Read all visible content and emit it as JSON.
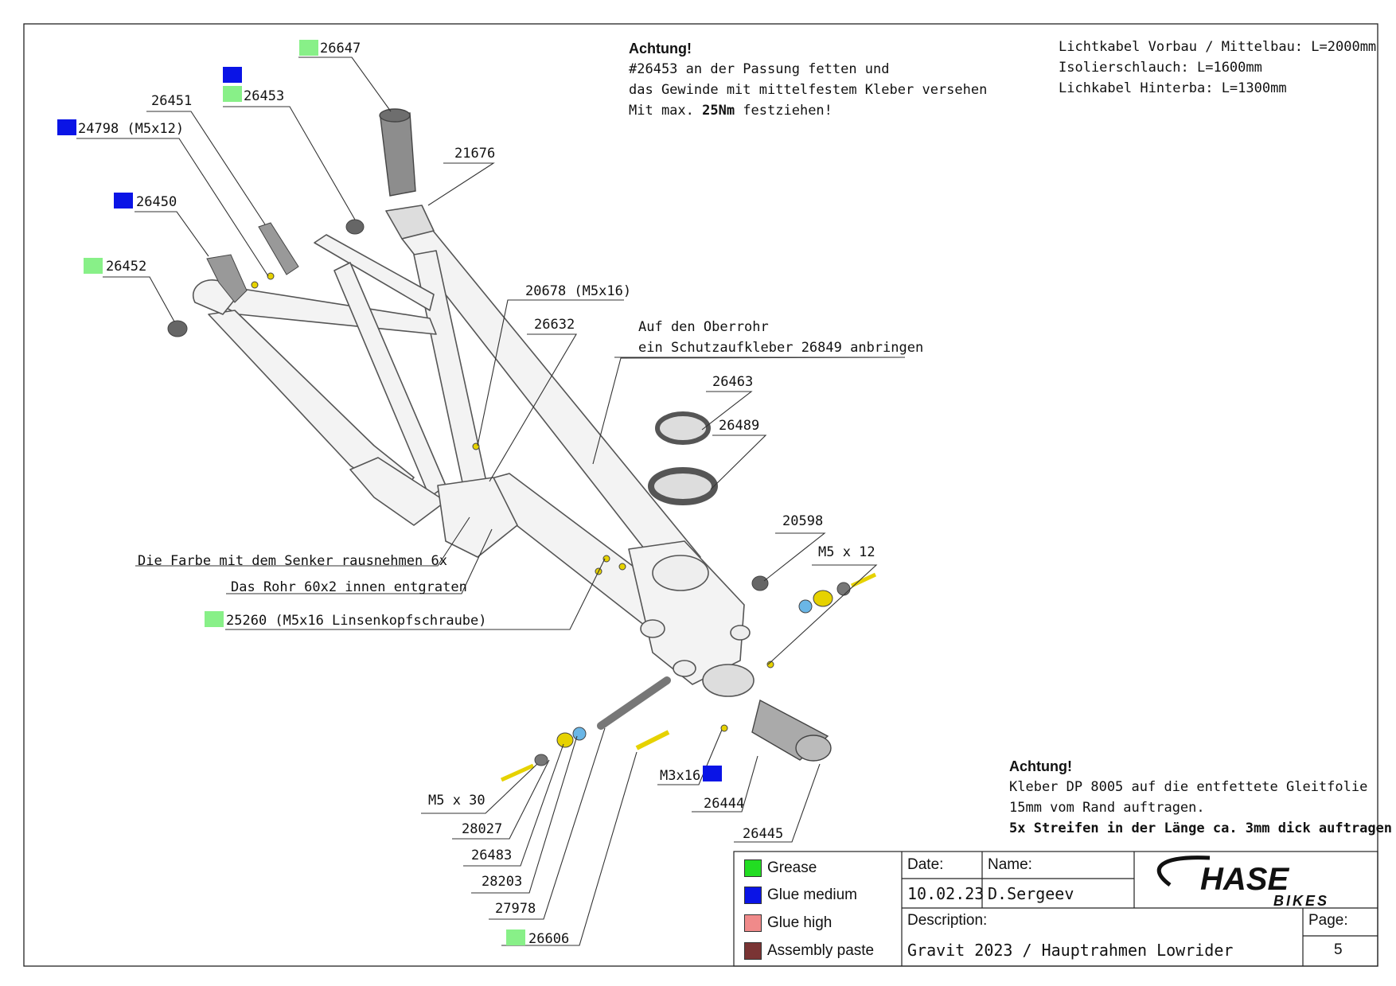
{
  "parts": {
    "p26647": "26647",
    "p26453": "26453",
    "p26451": "26451",
    "p24798": "24798 (M5x12)",
    "p26450": "26450",
    "p26452": "26452",
    "p21676": "21676",
    "p20678": "20678 (M5x16)",
    "p26632": "26632",
    "p26463": "26463",
    "p26489": "26489",
    "p20598": "20598",
    "pM5x12": "M5 x 12",
    "pM5x30": "M5 x 30",
    "p28027": "28027",
    "p26483": "26483",
    "p28203": "28203",
    "p27978": "27978",
    "p26606": "26606",
    "pM3x16": "M3x16",
    "p26444": "26444",
    "p26445": "26445",
    "p25260": "25260 (M5x16 Linsenkopfschraube)"
  },
  "notes": {
    "senker": "Die Farbe mit dem Senker rausnehmen 6x",
    "entgraten": "Das Rohr 60x2 innen entgraten",
    "oberrohr_1": "Auf den Oberrohr",
    "oberrohr_2": "ein Schutzaufkleber 26849 anbringen",
    "top_title": "Achtung!",
    "top_1": "#26453 an der Passung fetten und",
    "top_2": "das Gewinde mit mittelfestem Kleber versehen",
    "top_3_a": "Mit max. ",
    "top_3_b": "25Nm",
    "top_3_c": " festziehen!",
    "cable_1": "Lichtkabel Vorbau / Mittelbau: L=2000mm",
    "cable_2": "Isolierschlauch: L=1600mm",
    "cable_3": "Lichkabel Hinterba: L=1300mm",
    "bottom_title": "Achtung!",
    "bottom_1": "Kleber DP 8005 auf die entfettete Gleitfolie",
    "bottom_2": "15mm vom Rand auftragen.",
    "bottom_3": "5x Streifen in der Länge ca. 3mm dick auftragen"
  },
  "legend": [
    {
      "label": "Grease",
      "color": "#22dd22"
    },
    {
      "label": "Glue medium",
      "color": "#0a14e6"
    },
    {
      "label": "Glue high",
      "color": "#f08a8a"
    },
    {
      "label": "Assembly paste",
      "color": "#7a3434"
    }
  ],
  "colors": {
    "grease_marker": "#88f088",
    "glue_marker": "#0a14e6"
  },
  "titleblock": {
    "date_label": "Date:",
    "date_value": "10.02.23",
    "name_label": "Name:",
    "name_value": "D.Sergeev",
    "desc_label": "Description:",
    "desc_value": "Gravit 2023 / Hauptrahmen Lowrider",
    "page_label": "Page:",
    "page_value": "5",
    "logo_main": "HASE",
    "logo_sub": "BIKES"
  }
}
